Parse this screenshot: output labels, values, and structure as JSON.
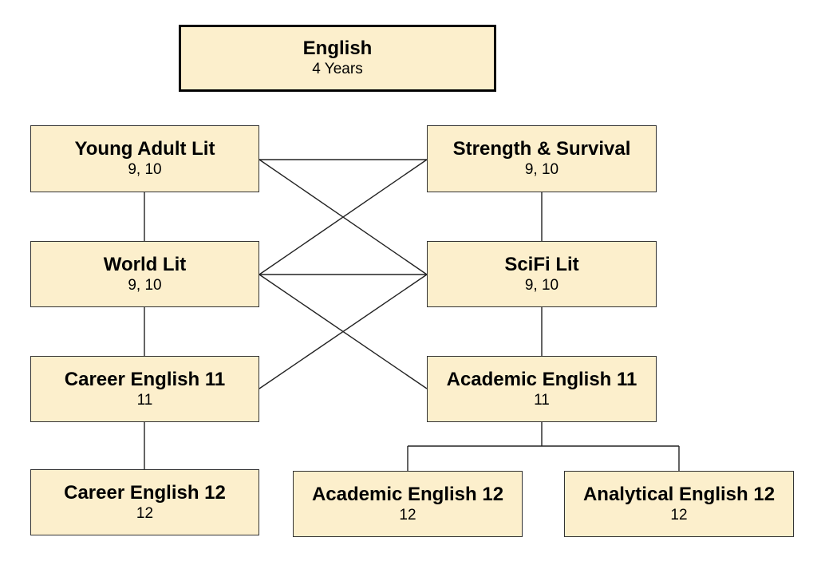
{
  "nodes": {
    "english": {
      "title": "English",
      "sub": "4 Years"
    },
    "young_adult_lit": {
      "title": "Young Adult Lit",
      "sub": "9, 10"
    },
    "strength_survival": {
      "title": "Strength & Survival",
      "sub": "9, 10"
    },
    "world_lit": {
      "title": "World Lit",
      "sub": "9, 10"
    },
    "scifi_lit": {
      "title": "SciFi Lit",
      "sub": "9, 10"
    },
    "career_english_11": {
      "title": "Career English 11",
      "sub": "11"
    },
    "academic_english_11": {
      "title": "Academic English 11",
      "sub": "11"
    },
    "career_english_12": {
      "title": "Career English 12",
      "sub": "12"
    },
    "academic_english_12": {
      "title": "Academic English 12",
      "sub": "12"
    },
    "analytical_english_12": {
      "title": "Analytical English 12",
      "sub": "12"
    }
  },
  "connections": [
    [
      "young_adult_lit",
      "world_lit"
    ],
    [
      "world_lit",
      "career_english_11"
    ],
    [
      "career_english_11",
      "career_english_12"
    ],
    [
      "strength_survival",
      "scifi_lit"
    ],
    [
      "scifi_lit",
      "academic_english_11"
    ],
    [
      "young_adult_lit",
      "strength_survival"
    ],
    [
      "young_adult_lit",
      "scifi_lit"
    ],
    [
      "world_lit",
      "strength_survival"
    ],
    [
      "world_lit",
      "scifi_lit"
    ],
    [
      "world_lit",
      "academic_english_11"
    ],
    [
      "career_english_11",
      "scifi_lit"
    ],
    [
      "academic_english_11",
      "academic_english_12"
    ],
    [
      "academic_english_11",
      "analytical_english_12"
    ]
  ],
  "colors": {
    "box_fill": "#fcefcc",
    "box_border": "#333333",
    "line": "#222222"
  }
}
